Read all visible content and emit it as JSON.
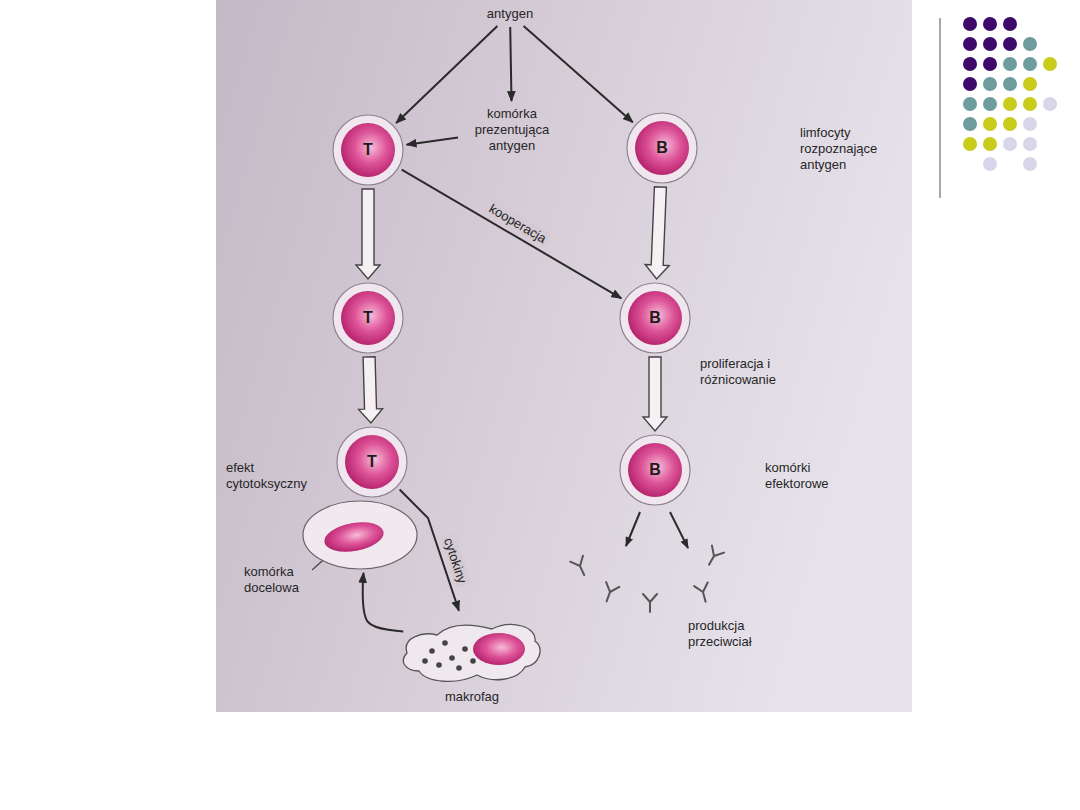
{
  "diagram": {
    "nodes": [
      {
        "text": [
          "antygen"
        ]
      },
      {
        "text": [
          "komórka prezentująca antygen"
        ]
      },
      {
        "text": [
          "T"
        ]
      },
      {
        "text": [
          "B"
        ]
      },
      {
        "text": [
          "T"
        ]
      },
      {
        "text": [
          "B"
        ]
      },
      {
        "text": [
          "T"
        ]
      },
      {
        "text": [
          "B"
        ]
      },
      {
        "text": [
          "komórka docelowa"
        ]
      },
      {
        "text": [
          "makrofag"
        ]
      }
    ],
    "edges": [
      {
        "from": 0,
        "to": 2,
        "arrow": "to"
      },
      {
        "from": 0,
        "to": 1,
        "arrow": "to"
      },
      {
        "from": 0,
        "to": 3,
        "arrow": "to"
      },
      {
        "from": 1,
        "to": 2,
        "arrow": "to"
      },
      {
        "from": 2,
        "to": 4,
        "arrow": "to"
      },
      {
        "from": 2,
        "to": 5,
        "label": "kooperacja",
        "arrow": "to"
      },
      {
        "from": 3,
        "to": 5,
        "arrow": "to"
      },
      {
        "from": 4,
        "to": 6,
        "arrow": "to"
      },
      {
        "from": 5,
        "to": 7,
        "arrow": "to"
      },
      {
        "from": 6,
        "to": 9,
        "label": "cytokiny",
        "arrow": "to"
      },
      {
        "from": 9,
        "to": 8,
        "arrow": "to"
      }
    ],
    "labels": [
      "limfocyty rozpoznające antygen",
      "proliferacja i różnicowanie",
      "efekt cytotoksyczny",
      "komórki efektorowe",
      "produkcja przeciwciał"
    ]
  }
}
